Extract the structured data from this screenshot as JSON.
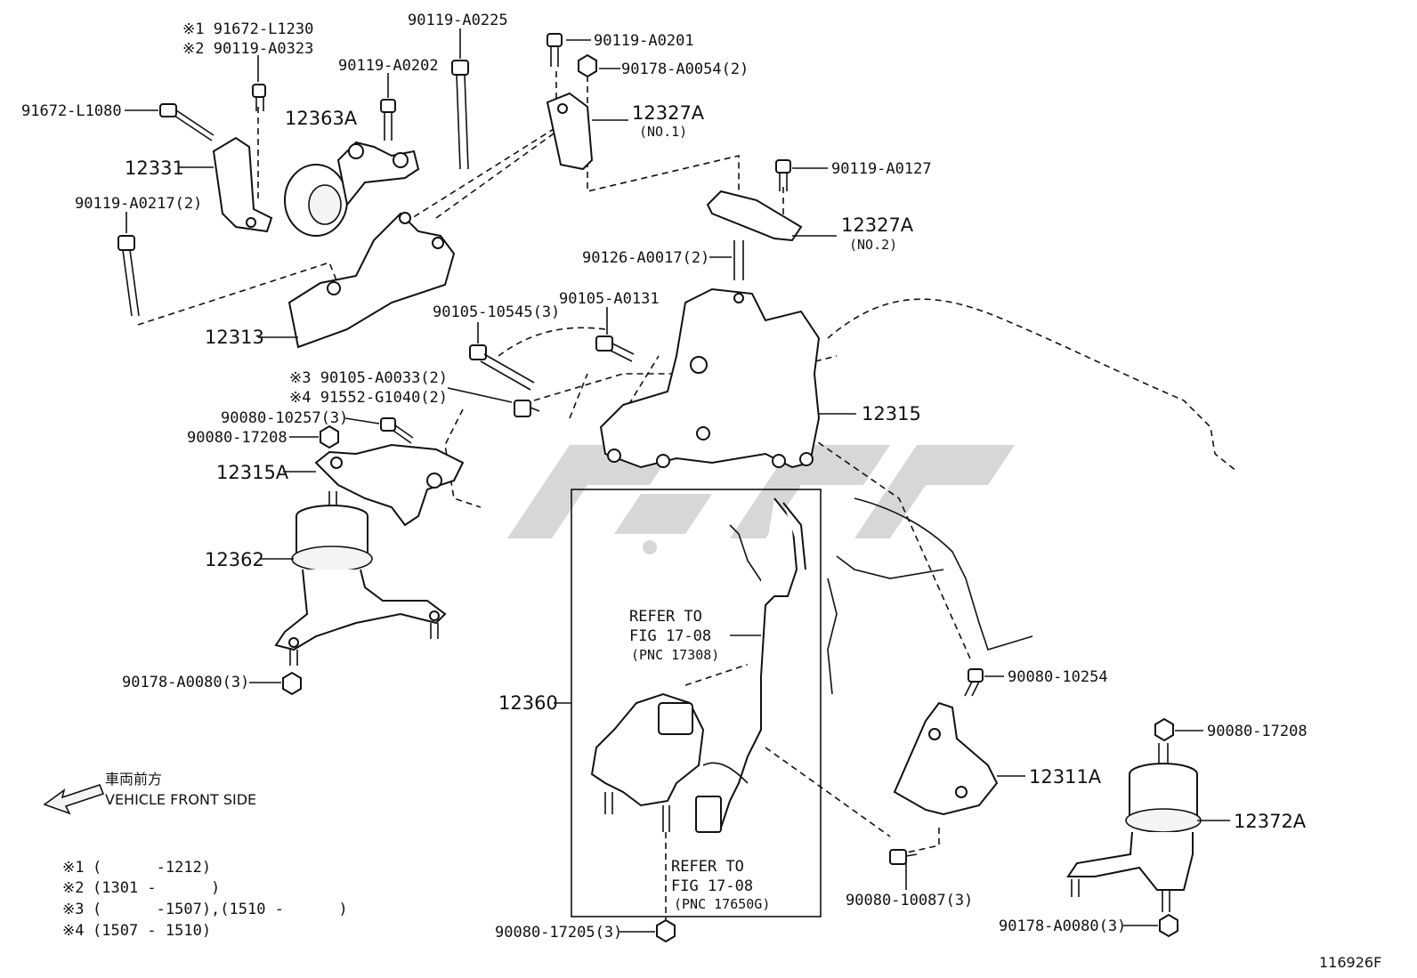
{
  "watermark_text": "",
  "figure_code": "116926F",
  "direction": {
    "jp": "車両前方",
    "en": "VEHICLE FRONT SIDE"
  },
  "notes": [
    {
      "mark": "※1",
      "range": "(      -1212)"
    },
    {
      "mark": "※2",
      "range": "(1301 -      )"
    },
    {
      "mark": "※3",
      "range": "(      -1507),(1510 -      )"
    },
    {
      "mark": "※4",
      "range": "(1507 - 1510)"
    }
  ],
  "labels": {
    "l_91672_L1230": "※1 91672-L1230",
    "l_90119_A0323": "※2 90119-A0323",
    "l_90119_A0225": "90119-A0225",
    "l_90119_A0202": "90119-A0202",
    "l_90119_A0201": "90119-A0201",
    "l_90178_A0054": "90178-A0054(2)",
    "l_91672_L1080": "91672-L1080",
    "l_12363A": "12363A",
    "l_12327A_1": "12327A",
    "l_12327A_1_sub": "(NO.1)",
    "l_12331": "12331",
    "l_90119_A0217": "90119-A0217(2)",
    "l_90119_A0127": "90119-A0127",
    "l_12327A_2": "12327A",
    "l_12327A_2_sub": "(NO.2)",
    "l_90126_A0017": "90126-A0017(2)",
    "l_90105_10545": "90105-10545(3)",
    "l_90105_A0131": "90105-A0131",
    "l_12313": "12313",
    "l_90105_A0033": "※3 90105-A0033(2)",
    "l_91552_G1040": "※4 91552-G1040(2)",
    "l_90080_10257": "90080-10257(3)",
    "l_90080_17208a": "90080-17208",
    "l_12315": "12315",
    "l_12315A": "12315A",
    "l_12362": "12362",
    "l_90178_A0080a": "90178-A0080(3)",
    "l_12360": "12360",
    "l_90080_10254": "90080-10254",
    "l_90080_17208b": "90080-17208",
    "l_12311A": "12311A",
    "l_12372A": "12372A",
    "l_90080_10087": "90080-10087(3)",
    "l_90178_A0080b": "90178-A0080(3)",
    "l_90080_17205": "90080-17205(3)"
  },
  "refer1": {
    "line1": "REFER TO",
    "line2": "FIG 17-08",
    "line3": "(PNC 17308)"
  },
  "refer2": {
    "line1": "REFER TO",
    "line2": "FIG 17-08",
    "line3": "(PNC 17650G)"
  }
}
